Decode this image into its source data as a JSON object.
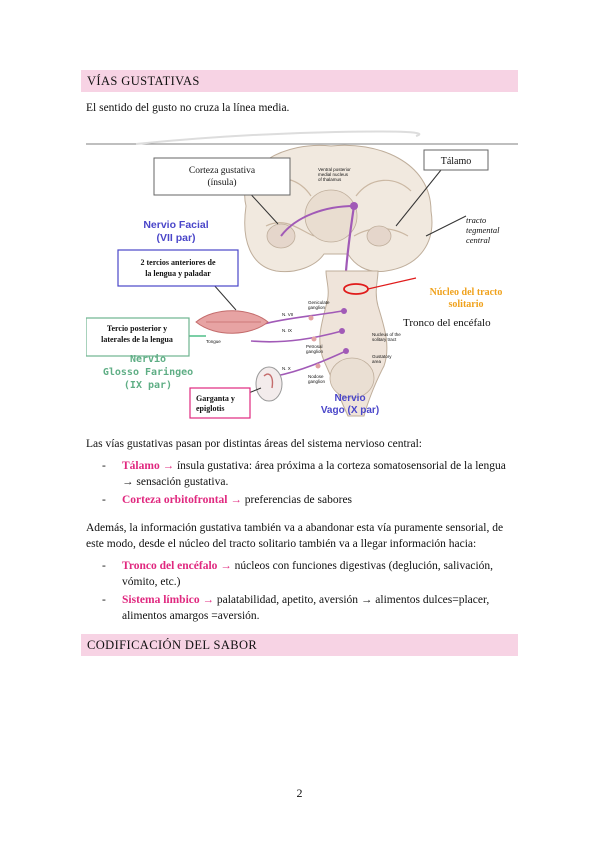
{
  "sections": {
    "vias_title": "VÍAS GUSTATIVAS",
    "codificacion_title": "CODIFICACIÓN DEL SABOR"
  },
  "intro": "El sentido del gusto no cruza la línea media.",
  "figure": {
    "labels": {
      "corteza": [
        "Corteza gustativa",
        "(ínsula)"
      ],
      "talamo": "Tálamo",
      "vpm": [
        "Ventral posterior",
        "medial nucleus",
        "of thalamus"
      ],
      "tracto": [
        "tracto",
        "tegmental",
        "central"
      ],
      "nervio_facial": [
        "Nervio Facial",
        "(VII par)"
      ],
      "dos_tercios": [
        "2 tercios anteriores de",
        "la lengua y paladar"
      ],
      "nucleo": [
        "Núcleo del tracto",
        "solitario"
      ],
      "tronco": "Tronco del encéfalo",
      "tercio": [
        "Tercio posterior y",
        "laterales de la lengua"
      ],
      "glosso": [
        "Nervio",
        "Glosso Faringeo",
        "(IX par)"
      ],
      "garganta": [
        "Garganta y",
        "epiglotis"
      ],
      "vago": [
        "Nervio",
        "Vago (X par)"
      ],
      "geniculate": [
        "Geniculate",
        "ganglion"
      ],
      "petrosal": [
        "Petrosal",
        "ganglion"
      ],
      "nodose": [
        "Nodose",
        "ganglion"
      ],
      "nucleus_solitary": [
        "Nucleus of the",
        "solitary tract"
      ],
      "gustatory_area": [
        "Gustatory",
        "area"
      ],
      "tongue": "Tongue",
      "n_vii": "N. VII",
      "n_ix": "N. IX",
      "n_x": "N. X"
    }
  },
  "pathways_intro": "Las vías gustativas pasan por distintas áreas del sistema nervioso central:",
  "list1": [
    {
      "term": "Tálamo",
      "arrow": "→",
      "text": " ínsula gustativa: área próxima a la corteza somatosensorial de la lengua ",
      "arrow2": "→",
      "text2": " sensación gustativa."
    },
    {
      "term": "Corteza orbitofrontal",
      "arrow": "→",
      "text": " preferencias de sabores"
    }
  ],
  "para2": "Además, la información gustativa también va a abandonar esta vía puramente sensorial, de este modo, desde el núcleo del tracto solitario también va a llegar información hacia:",
  "list2": [
    {
      "term": "Tronco del encéfalo",
      "arrow": "→",
      "text": " núcleos con funciones digestivas (deglución, salivación, vómito, etc.)"
    },
    {
      "term": "Sistema límbico",
      "arrow": "→",
      "text": " palatabilidad, apetito, aversión ",
      "arrow2": "→",
      "text2": " alimentos dulces=placer, alimentos amargos =aversión."
    }
  ],
  "page_number": "2",
  "colors": {
    "header_bg": "#f7d3e4",
    "term": "#e0287f",
    "nerve_blue": "#4a46c9",
    "nucleus_orange": "#f0a21d",
    "pathway_purple": "#a15ab7",
    "red_circle": "#e01b1b"
  }
}
